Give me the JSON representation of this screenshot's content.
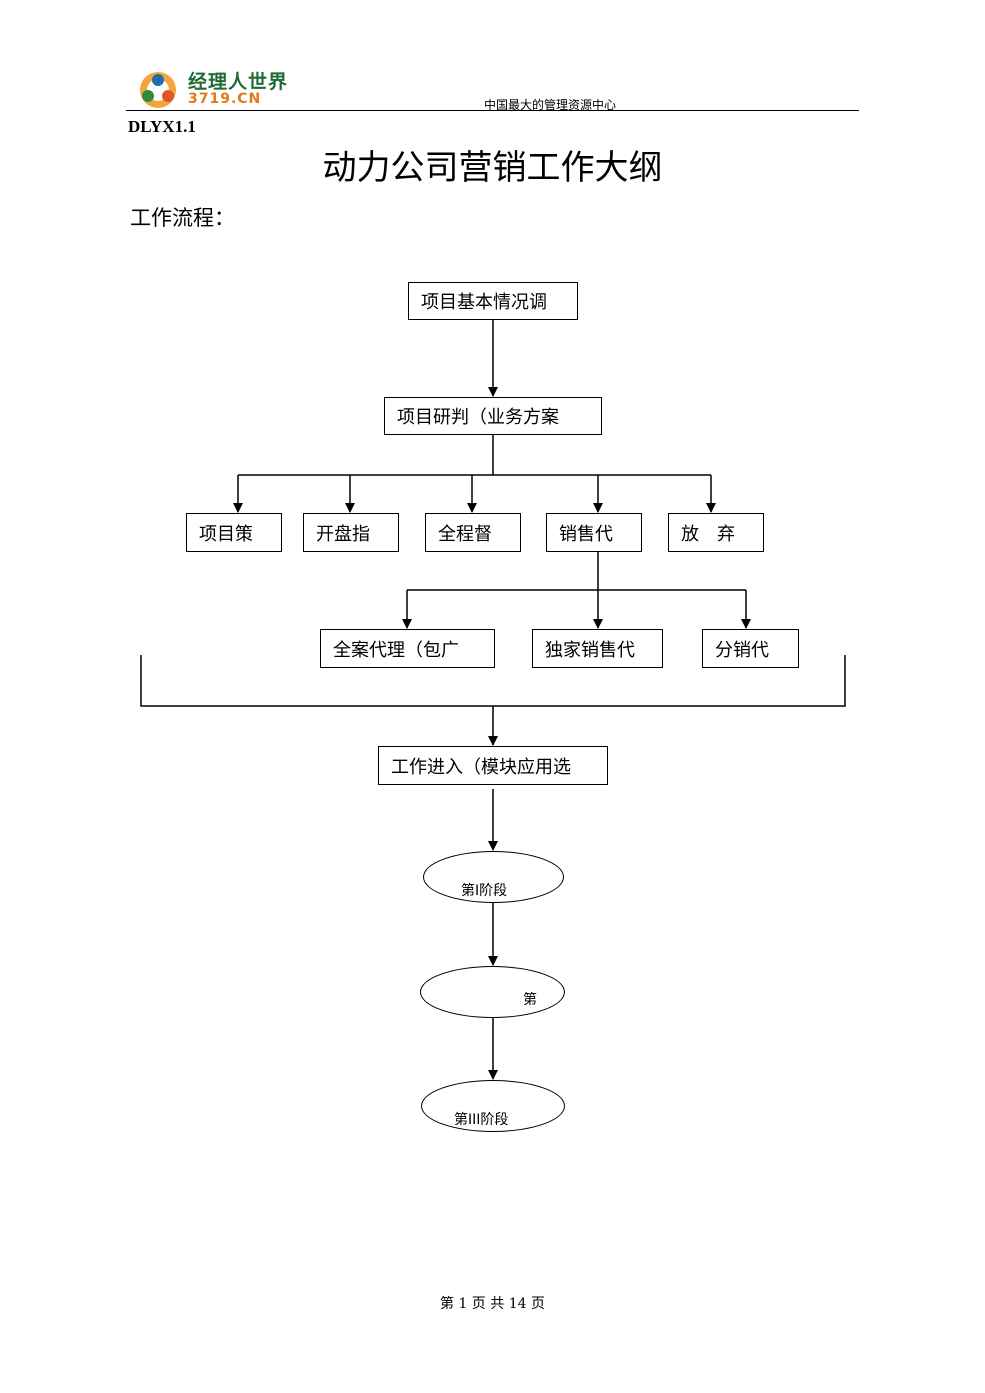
{
  "header": {
    "logo_cn": "经理人世界",
    "logo_num": "3719.CN",
    "tagline": "中国最大的管理资源中心"
  },
  "doc": {
    "code": "DLYX1.1",
    "title": "动力公司营销工作大纲",
    "section_label": "工作流程："
  },
  "flow": {
    "step1": "项目基本情况调",
    "step2": "项目研判（业务方案",
    "branches": [
      "项目策",
      "开盘指",
      "全程督",
      "销售代",
      "放　弃"
    ],
    "sub_branches": [
      "全案代理（包广",
      "独家销售代",
      "分销代"
    ],
    "step3": "工作进入（模块应用选",
    "phase1": "第I阶段",
    "phase2": "第",
    "phase3": "第III阶段"
  },
  "footer": {
    "page_info": "第 1 页 共 14 页"
  }
}
